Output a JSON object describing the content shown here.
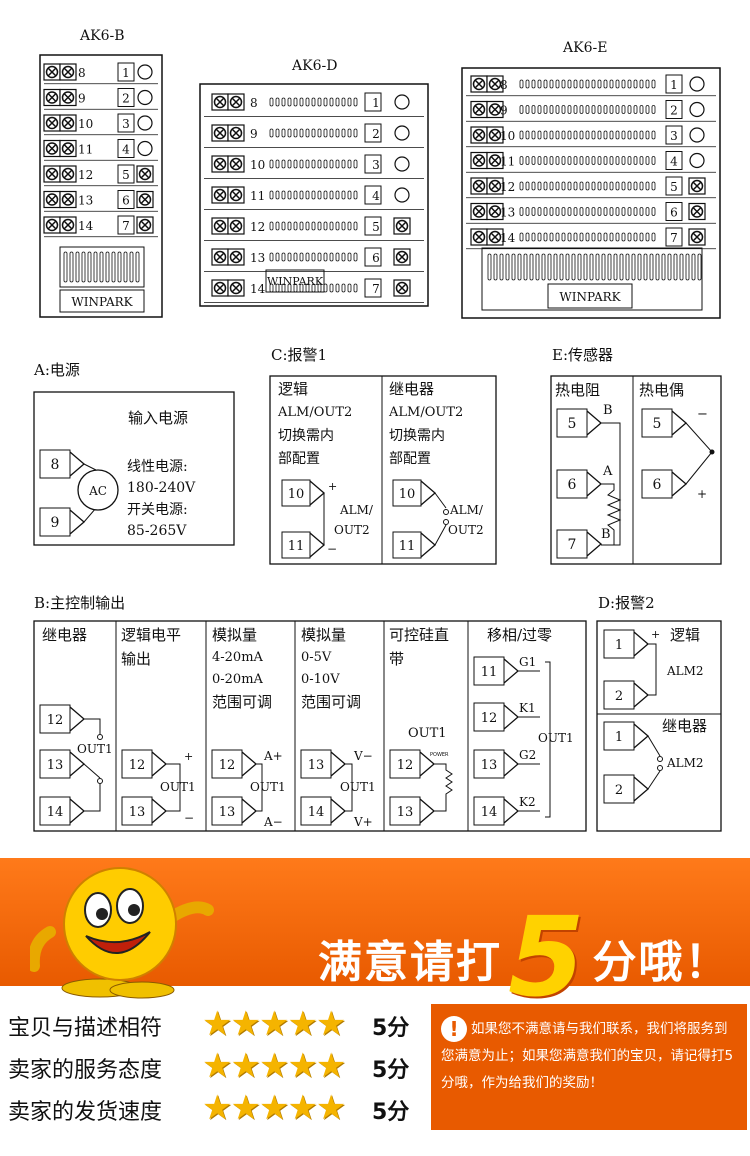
{
  "housings": [
    {
      "name": "AK6-B",
      "left": [
        "8",
        "9",
        "10",
        "11",
        "12",
        "13",
        "14"
      ],
      "right": [
        "1",
        "2",
        "3",
        "4",
        "5",
        "6",
        "7"
      ],
      "brand": "WINPARK"
    },
    {
      "name": "AK6-D",
      "left": [
        "8",
        "9",
        "10",
        "11",
        "12",
        "13",
        "14"
      ],
      "right": [
        "1",
        "2",
        "3",
        "4",
        "5",
        "6",
        "7"
      ],
      "brand": "WINPARK"
    },
    {
      "name": "AK6-E",
      "left": [
        "8",
        "9",
        "10",
        "11",
        "12",
        "13",
        "14"
      ],
      "right": [
        "1",
        "2",
        "3",
        "4",
        "5",
        "6",
        "7"
      ],
      "brand": "WINPARK"
    }
  ],
  "power": {
    "title": "A:电源",
    "input_label": "输入电源",
    "t1": "8",
    "t2": "9",
    "ac": "AC",
    "linear_label": "线性电源:",
    "linear_range": "180-240V",
    "switch_label": "开关电源:",
    "switch_range": "85-265V"
  },
  "alarm1": {
    "title": "C:报警1",
    "logic": {
      "head": "逻辑",
      "l1": "ALM/OUT2",
      "l2": "切换需内",
      "l3": "部配置",
      "t1": "10",
      "t2": "11",
      "plus": "+",
      "minus": "−",
      "out1": "ALM/",
      "out2": "OUT2"
    },
    "relay": {
      "head": "继电器",
      "l1": "ALM/OUT2",
      "l2": "切换需内",
      "l3": "部配置",
      "t1": "10",
      "t2": "11",
      "out1": "ALM/",
      "out2": "OUT2"
    }
  },
  "sensor": {
    "title": "E:传感器",
    "rtd": {
      "head": "热电阻",
      "t5": "5",
      "t6": "6",
      "t7": "7",
      "a": "A",
      "b1": "B",
      "b2": "B"
    },
    "tc": {
      "head": "热电偶",
      "t5": "5",
      "t6": "6",
      "minus": "−",
      "plus": "+"
    }
  },
  "main_output": {
    "title": "B:主控制输出",
    "relay": {
      "head": "继电器",
      "t12": "12",
      "t13": "13",
      "t14": "14",
      "out": "OUT1"
    },
    "logic": {
      "h1": "逻辑电平",
      "h2": "输出",
      "t12": "12",
      "t13": "13",
      "out": "OUT1",
      "plus": "+",
      "minus": "−"
    },
    "analog_ma": {
      "h1": "模拟量",
      "h2": "4-20mA",
      "h3": "0-20mA",
      "h4": "范围可调",
      "t12": "12",
      "t13": "13",
      "out": "OUT1",
      "ap": "A+",
      "am": "A−"
    },
    "analog_v": {
      "h1": "模拟量",
      "h2": "0-5V",
      "h3": "0-10V",
      "h4": "范围可调",
      "t13": "13",
      "t14": "14",
      "out": "OUT1",
      "vm": "V−",
      "vp": "V+"
    },
    "scr": {
      "h1": "可控硅直",
      "h2": "带",
      "out": "OUT1",
      "t12": "12",
      "t13": "13",
      "mark": "POWER"
    },
    "phase": {
      "head": "移相/过零",
      "t11": "11",
      "t12": "12",
      "t13": "13",
      "t14": "14",
      "g1": "G1",
      "k1": "K1",
      "g2": "G2",
      "k2": "K2",
      "out": "OUT1"
    }
  },
  "alarm2": {
    "title": "D:报警2",
    "logic": {
      "head": "逻辑",
      "t1": "1",
      "t2": "2",
      "plus": "+",
      "out": "ALM2"
    },
    "relay": {
      "head": "继电器",
      "t1": "1",
      "t2": "2",
      "out": "ALM2"
    }
  },
  "banner": {
    "pre": "满意请打",
    "num": "5",
    "post": "分哦！"
  },
  "ratings": [
    {
      "label": "宝贝与描述相符",
      "stars": "★★★★★",
      "score": "5分"
    },
    {
      "label": "卖家的服务态度",
      "stars": "★★★★★",
      "score": "5分"
    },
    {
      "label": "卖家的发货速度",
      "stars": "★★★★★",
      "score": "5分"
    }
  ],
  "notice": {
    "icon": "!",
    "text": "如果您不满意请与我们联系，我们将服务到您满意为止；如果您满意我们的宝贝，请记得打5分哦，作为给我们的奖励！"
  },
  "colors": {
    "orange": "#e85a00",
    "star": "#f5b400",
    "number": "#ffd200"
  }
}
